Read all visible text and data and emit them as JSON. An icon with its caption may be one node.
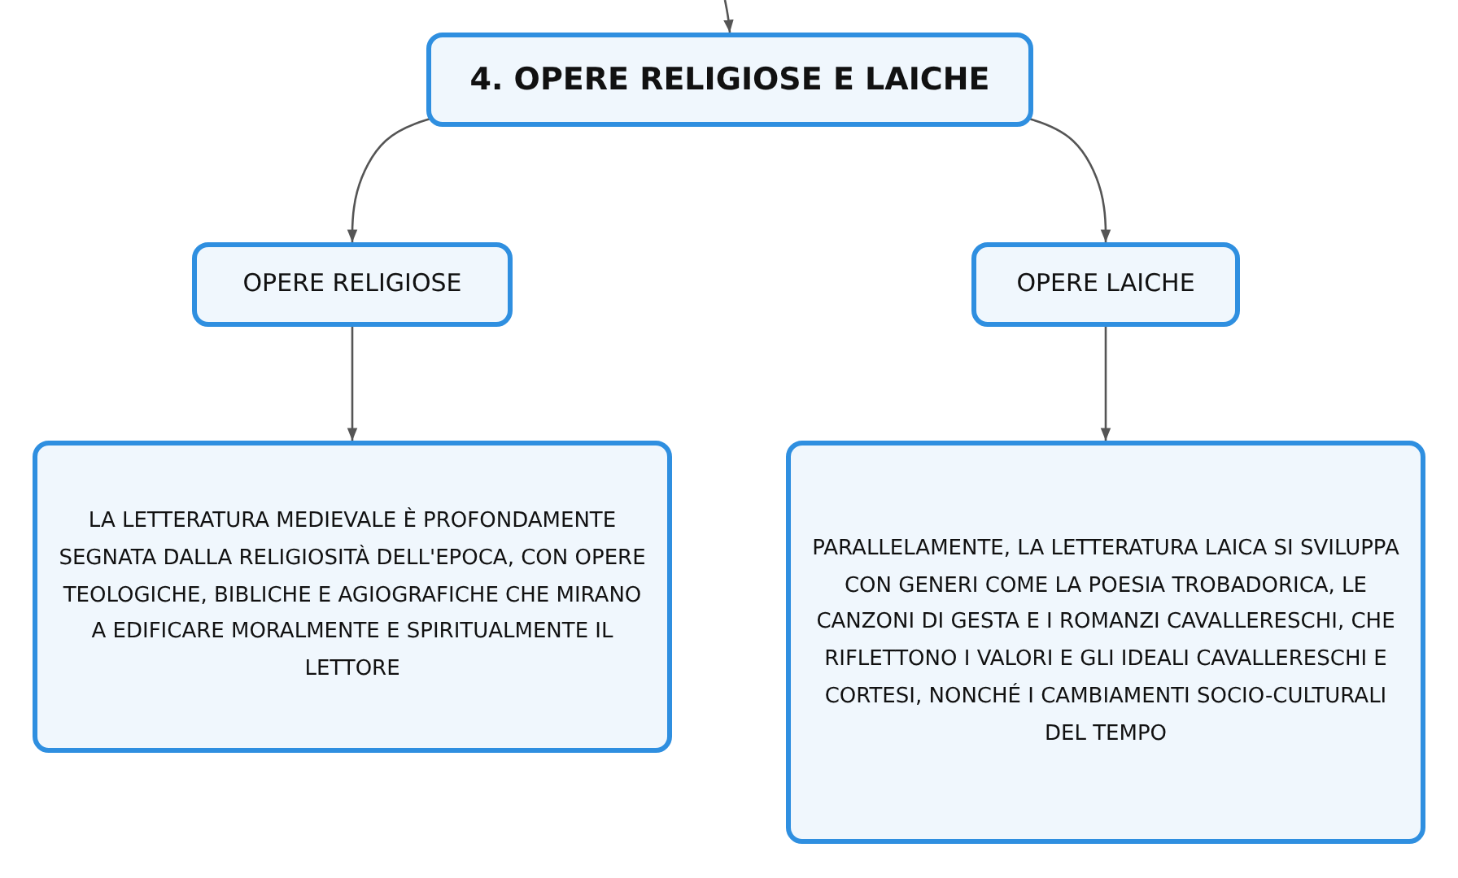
{
  "diagram": {
    "nodes": [
      {
        "text": [
          "4. OPERE RELIGIOSE E LAICHE"
        ]
      },
      {
        "text": [
          "OPERE RELIGIOSE"
        ]
      },
      {
        "text": [
          "OPERE LAICHE"
        ]
      },
      {
        "text": [
          "LA LETTERATURA MEDIEVALE È PROFONDAMENTE SEGNATA DALLA RELIGIOSITÀ DELL'EPOCA, CON OPERE TEOLOGICHE, BIBLICHE E AGIOGRAFICHE CHE MIRANO A EDIFICARE MORALMENTE E SPIRITUALMENTE IL LETTORE"
        ]
      },
      {
        "text": [
          "PARALLELAMENTE, LA LETTERATURA LAICA SI SVILUPPA CON GENERI COME LA POESIA TROBADORICA, LE CANZONI DI GESTA E I ROMANZI CAVALLERESCHI, CHE RIFLETTONO I VALORI E GLI IDEALI CAVALLERESCHI E CORTESI, NONCHÉ I CAMBIAMENTI SOCIO-CULTURALI DEL TEMPO"
        ]
      }
    ],
    "edges": [
      {
        "from": null,
        "to": 0,
        "arrow": "to"
      },
      {
        "from": 0,
        "to": 1,
        "arrow": "to"
      },
      {
        "from": 0,
        "to": 2,
        "arrow": "to"
      },
      {
        "from": 1,
        "to": 3,
        "arrow": "to"
      },
      {
        "from": 2,
        "to": 4,
        "arrow": "to"
      }
    ]
  }
}
